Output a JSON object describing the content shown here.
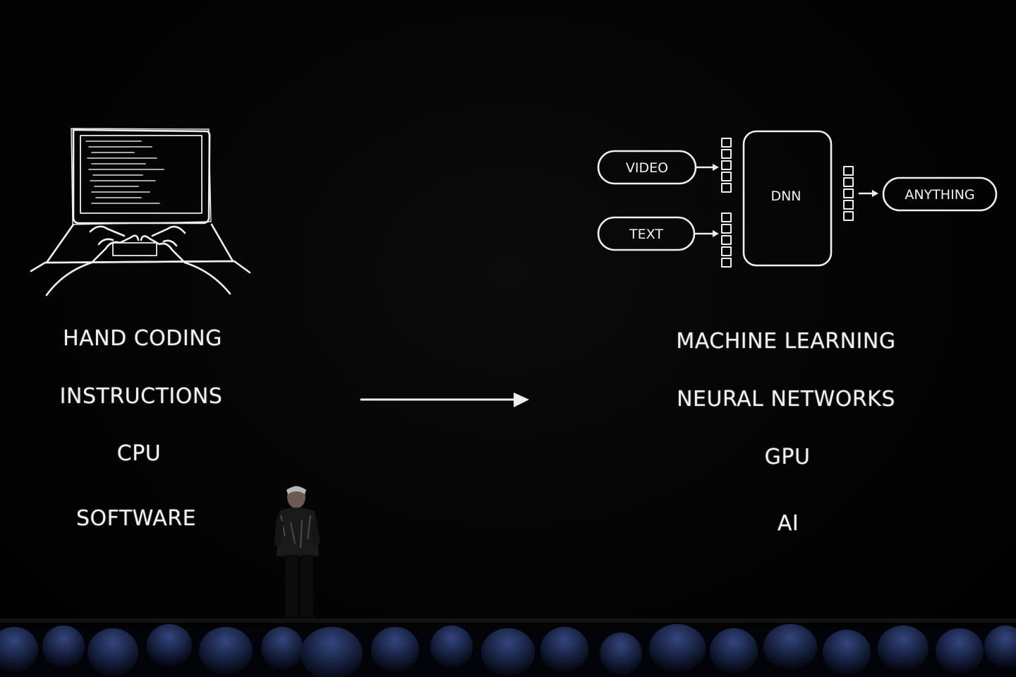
{
  "left_column": {
    "labels": [
      "HAND CODING",
      "INSTRUCTIONS",
      "CPU",
      "SOFTWARE"
    ]
  },
  "right_column": {
    "labels": [
      "MACHINE LEARNING",
      "NEURAL NETWORKS",
      "GPU",
      "AI"
    ]
  },
  "diagram": {
    "inputs": [
      "VIDEO",
      "TEXT"
    ],
    "model": "DNN",
    "output": "ANYTHING"
  },
  "colors": {
    "background": "#000000",
    "sketch": "#eeeeee",
    "crowd_light": "#2a3a7a"
  }
}
